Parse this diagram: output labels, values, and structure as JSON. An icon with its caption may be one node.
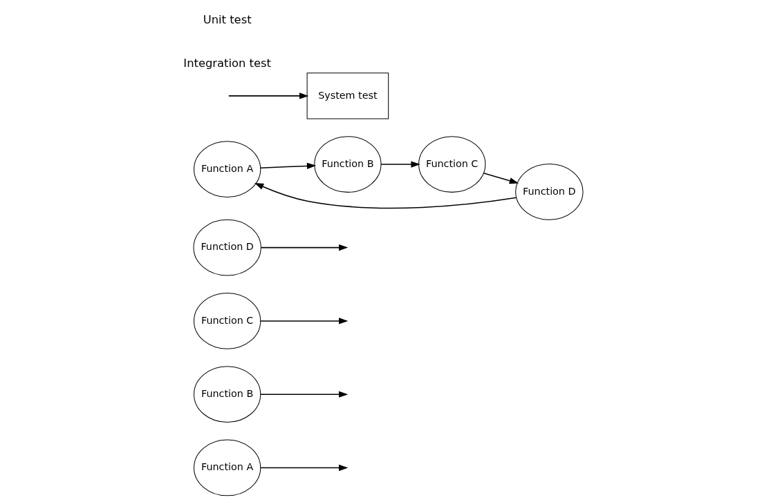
{
  "diagram": {
    "nodes": [
      {
        "text": [
          "Function A"
        ]
      },
      {
        "text": [
          "Function B"
        ]
      },
      {
        "text": [
          "Function C"
        ]
      },
      {
        "text": [
          "Function D"
        ]
      },
      {
        "text": [
          "Function A"
        ]
      },
      {
        "text": [
          "Function B"
        ]
      },
      {
        "text": [
          "Function C"
        ]
      },
      {
        "text": [
          "Function D"
        ]
      },
      {
        "text": [
          "System test"
        ]
      }
    ],
    "edges": [
      {
        "from": 0,
        "to": null,
        "arrow": "to"
      },
      {
        "from": 1,
        "to": null,
        "arrow": "to"
      },
      {
        "from": 2,
        "to": null,
        "arrow": "to"
      },
      {
        "from": 3,
        "to": null,
        "arrow": "to"
      },
      {
        "from": 4,
        "to": 5,
        "arrow": "to"
      },
      {
        "from": 5,
        "to": 6,
        "arrow": "to"
      },
      {
        "from": 6,
        "to": 7,
        "arrow": "to"
      },
      {
        "from": 7,
        "to": 4,
        "arrow": "to"
      },
      {
        "from": null,
        "to": 8,
        "arrow": "to"
      }
    ],
    "labels": [
      "Integration test",
      "Unit test"
    ]
  }
}
